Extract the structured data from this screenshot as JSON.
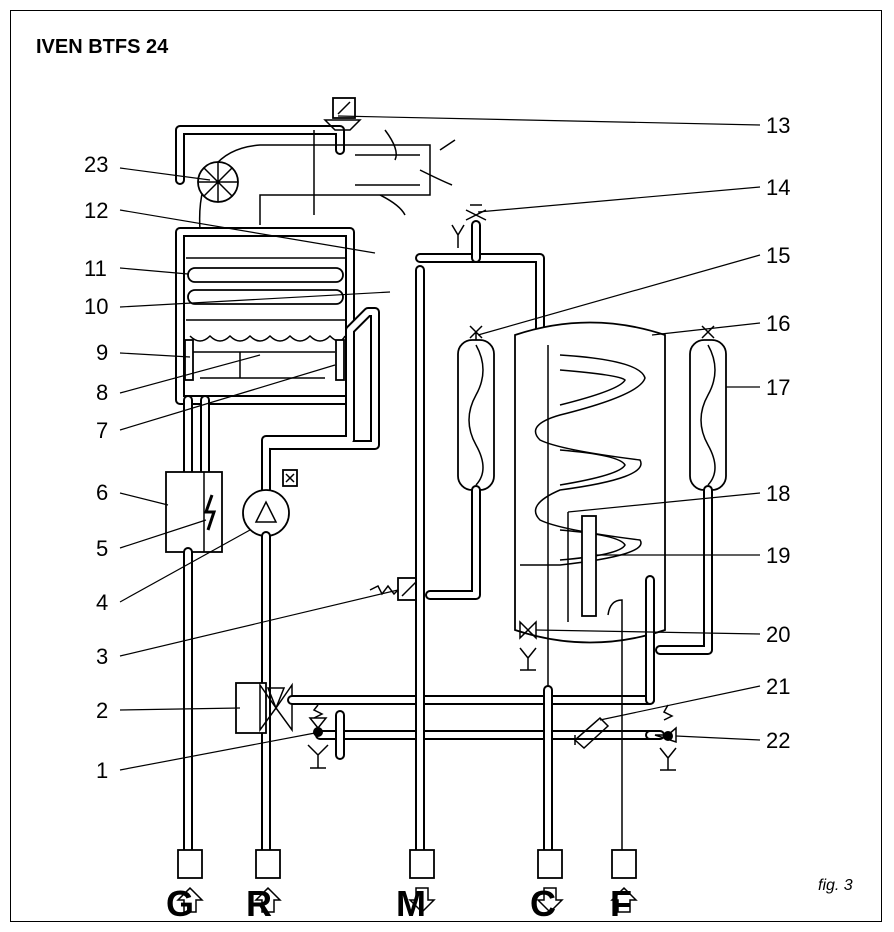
{
  "title": "IVEN BTFS 24",
  "figure_label": "fig. 3",
  "callouts_left": [
    "23",
    "12",
    "11",
    "10",
    "9",
    "8",
    "7",
    "6",
    "5",
    "4",
    "3",
    "2",
    "1"
  ],
  "callouts_right": [
    "13",
    "14",
    "15",
    "16",
    "17",
    "18",
    "19",
    "20",
    "21",
    "22"
  ],
  "connections": [
    "G",
    "R",
    "M",
    "C",
    "F"
  ]
}
